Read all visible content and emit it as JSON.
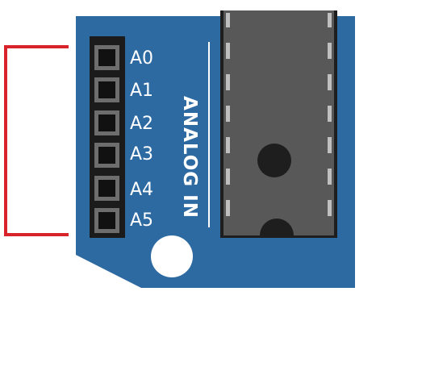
{
  "header": {
    "label": "ANALOG IN"
  },
  "pins": [
    {
      "label": "A0"
    },
    {
      "label": "A1"
    },
    {
      "label": "A2"
    },
    {
      "label": "A3"
    },
    {
      "label": "A4"
    },
    {
      "label": "A5"
    }
  ],
  "colors": {
    "board": "#2e6aa2",
    "header_block": "#1b1b1b",
    "pin_socket": "#6d6d6d",
    "chip_body": "#585858",
    "chip_pins": "#bfbfbf",
    "highlight_bracket": "#d9232a",
    "mounting_hole": "#ffffff",
    "text": "#ffffff"
  }
}
